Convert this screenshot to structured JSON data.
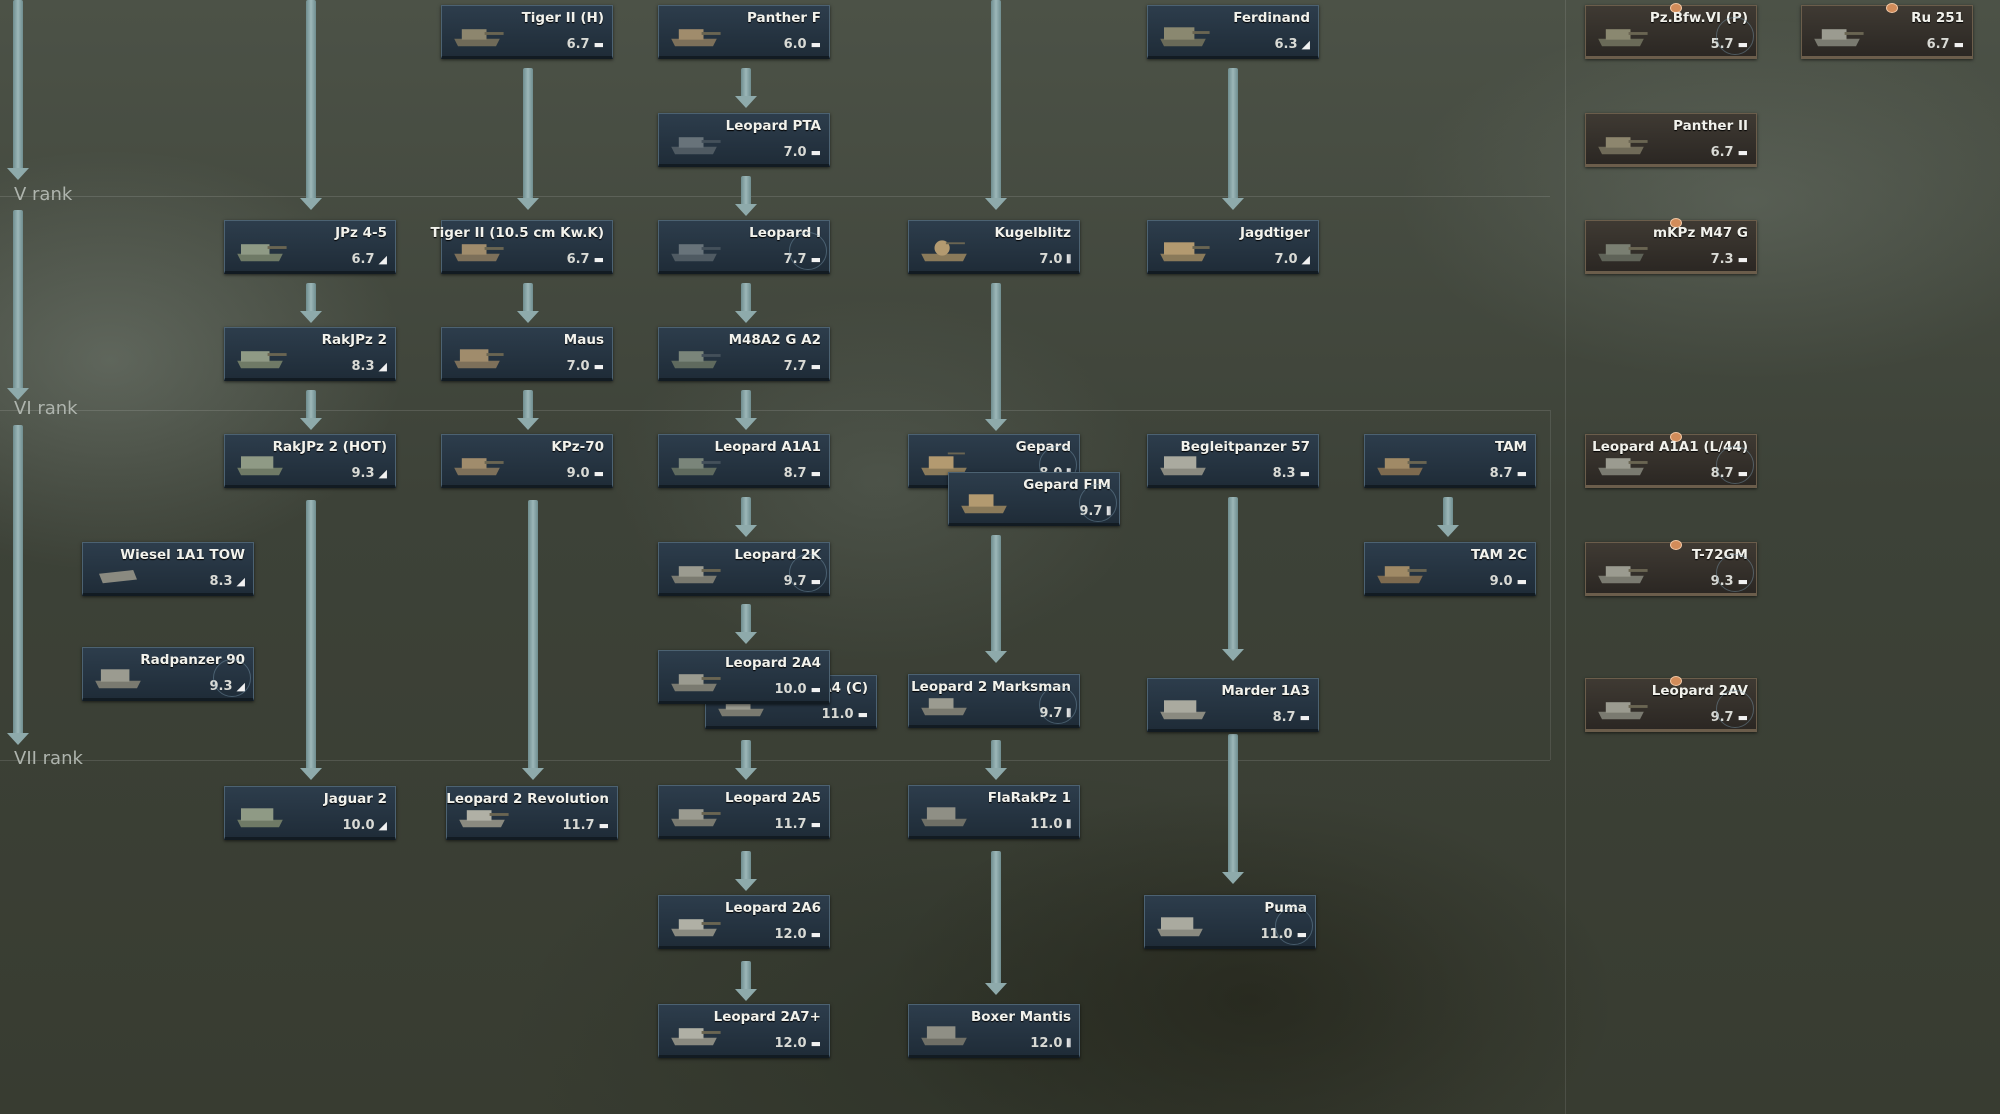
{
  "ranks": [
    {
      "label": "V rank"
    },
    {
      "label": "VI rank"
    },
    {
      "label": "VII rank"
    }
  ],
  "icon_names": {
    "light_tank": "light-tank-icon",
    "medium_tank": "medium-tank-icon",
    "heavy_tank": "heavy-tank-icon",
    "tank_destroyer": "tank-destroyer-icon",
    "spaa": "spaa-icon"
  },
  "colors": {
    "card_regular": "#243443",
    "card_premium": "#342f29",
    "connector": "#8eaaab",
    "ring": "#7896aa"
  },
  "vehicles": [
    {
      "name": "Tiger II (H)",
      "br": "6.7",
      "cls": "heavy"
    },
    {
      "name": "Panther F",
      "br": "6.0",
      "cls": "medium"
    },
    {
      "name": "Ferdinand",
      "br": "6.3",
      "cls": "td"
    },
    {
      "name": "Pz.Bfw.VI (P)",
      "br": "5.7",
      "cls": "heavy",
      "premium": true
    },
    {
      "name": "Ru 251",
      "br": "6.7",
      "cls": "light",
      "premium": true
    },
    {
      "name": "Leopard PTA",
      "br": "7.0",
      "cls": "medium"
    },
    {
      "name": "Panther II",
      "br": "6.7",
      "cls": "medium",
      "premium": true
    },
    {
      "name": "JPz 4-5",
      "br": "6.7",
      "cls": "td"
    },
    {
      "name": "Tiger II (10.5 cm Kw.K)",
      "br": "6.7",
      "cls": "heavy"
    },
    {
      "name": "Leopard I",
      "br": "7.7",
      "cls": "medium"
    },
    {
      "name": "Kugelblitz",
      "br": "7.0",
      "cls": "spaa"
    },
    {
      "name": "Jagdtiger",
      "br": "7.0",
      "cls": "td"
    },
    {
      "name": "mKPz M47 G",
      "br": "7.3",
      "cls": "medium",
      "premium": true
    },
    {
      "name": "RakJPz 2",
      "br": "8.3",
      "cls": "td"
    },
    {
      "name": "Maus",
      "br": "7.0",
      "cls": "heavy"
    },
    {
      "name": "M48A2 G A2",
      "br": "7.7",
      "cls": "heavy"
    },
    {
      "name": "RakJPz 2 (HOT)",
      "br": "9.3",
      "cls": "td"
    },
    {
      "name": "KPz-70",
      "br": "9.0",
      "cls": "medium"
    },
    {
      "name": "Leopard A1A1",
      "br": "8.7",
      "cls": "medium"
    },
    {
      "name": "Gepard",
      "br": "8.0",
      "cls": "spaa"
    },
    {
      "name": "Gepard FIM",
      "br": "9.7",
      "cls": "spaa"
    },
    {
      "name": "Begleitpanzer 57",
      "br": "8.3",
      "cls": "light"
    },
    {
      "name": "TAM",
      "br": "8.7",
      "cls": "light"
    },
    {
      "name": "Leopard A1A1 (L/44)",
      "br": "8.7",
      "cls": "medium",
      "premium": true
    },
    {
      "name": "Wiesel 1A1 TOW",
      "br": "8.3",
      "cls": "td"
    },
    {
      "name": "Leopard 2K",
      "br": "9.7",
      "cls": "medium"
    },
    {
      "name": "TAM 2C",
      "br": "9.0",
      "cls": "light"
    },
    {
      "name": "T-72GM",
      "br": "9.3",
      "cls": "medium",
      "premium": true
    },
    {
      "name": "Radpanzer 90",
      "br": "9.3",
      "cls": "td"
    },
    {
      "name": "Leopard 2A4",
      "br": "10.0",
      "cls": "medium"
    },
    {
      "name": "A4 (C)",
      "br": "11.0",
      "cls": "medium"
    },
    {
      "name": "Leopard 2 Marksman",
      "br": "9.7",
      "cls": "spaa"
    },
    {
      "name": "Marder 1A3",
      "br": "8.7",
      "cls": "light"
    },
    {
      "name": "Leopard 2AV",
      "br": "9.7",
      "cls": "medium",
      "premium": true
    },
    {
      "name": "Jaguar 2",
      "br": "10.0",
      "cls": "td"
    },
    {
      "name": "Leopard 2 Revolution",
      "br": "11.7",
      "cls": "medium"
    },
    {
      "name": "Leopard 2A5",
      "br": "11.7",
      "cls": "medium"
    },
    {
      "name": "FlaRakPz 1",
      "br": "11.0",
      "cls": "spaa"
    },
    {
      "name": "Leopard 2A6",
      "br": "12.0",
      "cls": "medium"
    },
    {
      "name": "Puma",
      "br": "11.0",
      "cls": "light"
    },
    {
      "name": "Leopard 2A7+",
      "br": "12.0",
      "cls": "medium"
    },
    {
      "name": "Boxer Mantis",
      "br": "12.0",
      "cls": "spaa"
    }
  ]
}
